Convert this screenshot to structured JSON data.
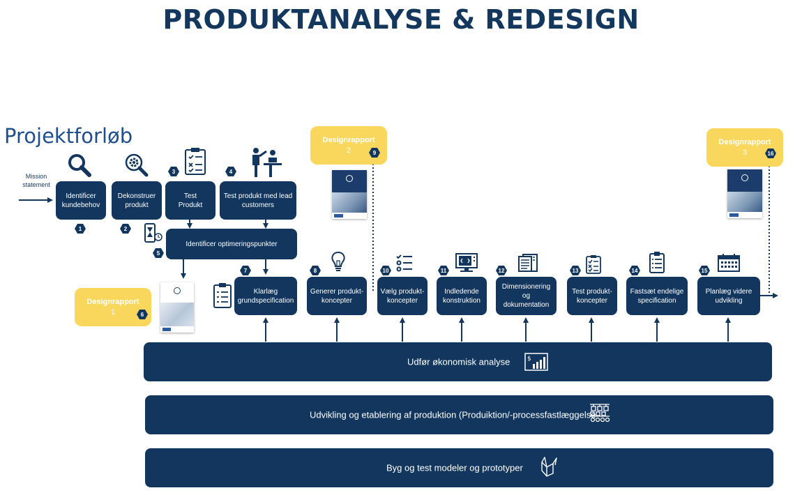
{
  "title": "PRODUKTANALYSE & REDESIGN",
  "subtitle": "Projektforløb",
  "mission": {
    "line1": "Mission",
    "line2": "statement"
  },
  "steps": [
    {
      "id": "1",
      "label_lines": [
        "Identificer",
        "kundebehov"
      ]
    },
    {
      "id": "2",
      "label_lines": [
        "Dekonstruer",
        "produkt"
      ]
    },
    {
      "id": "3",
      "label_lines": [
        "Test",
        "Produkt"
      ]
    },
    {
      "id": "4",
      "label_lines": [
        "Test produkt med lead",
        "customers"
      ]
    },
    {
      "id": "5",
      "label_lines": [
        "Identificer optimeringspunkter"
      ]
    },
    {
      "id": "7",
      "label_lines": [
        "Klarlæg",
        "grundspecification"
      ]
    },
    {
      "id": "8",
      "label_lines": [
        "Generer produkt-",
        "koncepter"
      ]
    },
    {
      "id": "10",
      "label_lines": [
        "Vælg produkt-",
        "koncepter"
      ]
    },
    {
      "id": "11",
      "label_lines": [
        "Indledende",
        "konstruktion"
      ]
    },
    {
      "id": "12",
      "label_lines": [
        "Dimensionering",
        "og",
        "dokumentation"
      ]
    },
    {
      "id": "13",
      "label_lines": [
        "Test produkt-",
        "koncepter"
      ]
    },
    {
      "id": "14",
      "label_lines": [
        "Fastsæt endelige",
        "specification"
      ]
    },
    {
      "id": "15",
      "label_lines": [
        "Planlæg videre",
        "udvikling"
      ]
    }
  ],
  "design_reports": [
    {
      "title": "Designrapport",
      "number": "1",
      "step": "6"
    },
    {
      "title": "Designrapport",
      "number": "2",
      "step": "9"
    },
    {
      "title": "Designrapport",
      "number": "3",
      "step": "16"
    }
  ],
  "bars": {
    "economic": "Udfør økonomisk analyse",
    "production": "Udvikling og etablering af produktion (Produiktion/-processfastlæggelse",
    "prototypes": "Byg og test modeler og prototyper"
  },
  "colors": {
    "navy": "#12365e",
    "title_navy": "#14375e",
    "subtitle_blue": "#1f4f8f",
    "yellow": "#f9d65c"
  },
  "icons": [
    "search-icon",
    "gear-search-icon",
    "clipboard-checklist-icon",
    "presenter-icon",
    "hourglass-phone-icon",
    "clipboard-icon",
    "lightbulb-icon",
    "checklist-icon",
    "monitor-code-icon",
    "documents-icon",
    "test-clipboard-icon",
    "specification-clipboard-icon",
    "calendar-icon",
    "finance-chart-icon",
    "production-line-icon",
    "origami-bird-icon"
  ]
}
